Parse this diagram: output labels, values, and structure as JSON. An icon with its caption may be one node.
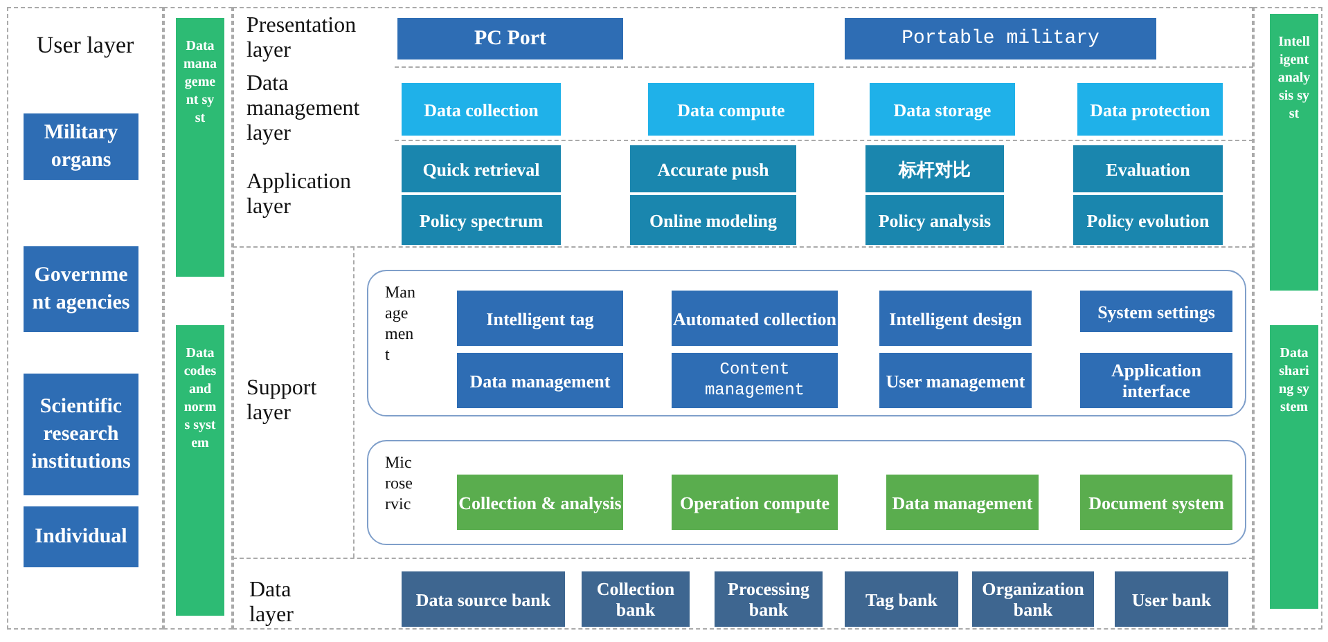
{
  "diagram": {
    "nodes": [
      {
        "text": [
          "User layer"
        ]
      },
      {
        "text": [
          "Military organs"
        ],
        "in": 0
      },
      {
        "text": [
          "Government agencies"
        ],
        "in": 0
      },
      {
        "text": [
          "Scientific research institutions"
        ],
        "in": 0
      },
      {
        "text": [
          "Individual"
        ],
        "in": 0
      },
      {
        "text": [
          "Data management syst"
        ]
      },
      {
        "text": [
          "Data codes and norms system"
        ]
      },
      {
        "text": [
          "PC Port"
        ]
      },
      {
        "text": [
          "Portable military"
        ]
      },
      {
        "text": [
          "Intelligent analysis syst"
        ]
      },
      {
        "text": [
          "Data collection"
        ]
      },
      {
        "text": [
          "Data compute"
        ]
      },
      {
        "text": [
          "Data storage"
        ]
      },
      {
        "text": [
          "Data protection"
        ]
      },
      {
        "text": [
          "Quick retrieval"
        ]
      },
      {
        "text": [
          "Accurate push"
        ]
      },
      {
        "text": [
          "标杆对比"
        ]
      },
      {
        "text": [
          "Evaluation"
        ]
      },
      {
        "text": [
          "Policy spectrum"
        ]
      },
      {
        "text": [
          "Online modeling"
        ]
      },
      {
        "text": [
          "Policy analysis"
        ]
      },
      {
        "text": [
          "Policy evolution"
        ]
      },
      {
        "text": [
          "Data sharing system"
        ]
      },
      {
        "text": [
          "Management"
        ]
      },
      {
        "text": [
          "Intelligent tag"
        ],
        "in": 23
      },
      {
        "text": [
          "Automated collection"
        ],
        "in": 23
      },
      {
        "text": [
          "Intelligent design"
        ],
        "in": 23
      },
      {
        "text": [
          "System settings"
        ],
        "in": 23
      },
      {
        "text": [
          "Data management"
        ],
        "in": 23
      },
      {
        "text": [
          "Content management"
        ],
        "in": 23
      },
      {
        "text": [
          "User management"
        ],
        "in": 23
      },
      {
        "text": [
          "Application interface"
        ],
        "in": 23
      },
      {
        "text": [
          "Microservic"
        ]
      },
      {
        "text": [
          "Collection & analysis"
        ],
        "in": 32
      },
      {
        "text": [
          "Operation compute"
        ],
        "in": 32
      },
      {
        "text": [
          "Data management"
        ],
        "in": 32
      },
      {
        "text": [
          "Document system"
        ],
        "in": 32
      },
      {
        "text": [
          "Data source bank"
        ]
      },
      {
        "text": [
          "Collection bank"
        ]
      },
      {
        "text": [
          "Processing bank"
        ]
      },
      {
        "text": [
          "Tag bank"
        ]
      },
      {
        "text": [
          "Organization bank"
        ]
      },
      {
        "text": [
          "User bank"
        ]
      }
    ],
    "edges": [],
    "labels": [
      "Presentation layer",
      "Data management layer",
      "Application layer",
      "Support layer",
      "Data layer"
    ]
  }
}
